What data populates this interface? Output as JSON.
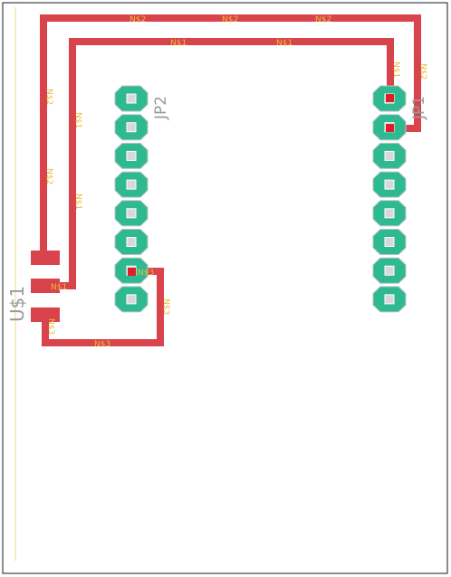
{
  "board": {
    "parts": {
      "jp1": "JP1",
      "jp2": "JP2",
      "u1": "U$1"
    },
    "nets": {
      "n1": "N$1",
      "n2": "N$2",
      "n3": "N$3"
    },
    "header_pin_count": 8,
    "smd_pad_count": 3
  },
  "colors": {
    "background": "#ffffff",
    "outline": "#1a1a1a",
    "trace": "#d9434b",
    "pad": "#2fb990",
    "via": "#e11d2a",
    "net_label": "#e9b93a",
    "part_label": "#9a9a9a",
    "guide": "#e8d98b"
  }
}
